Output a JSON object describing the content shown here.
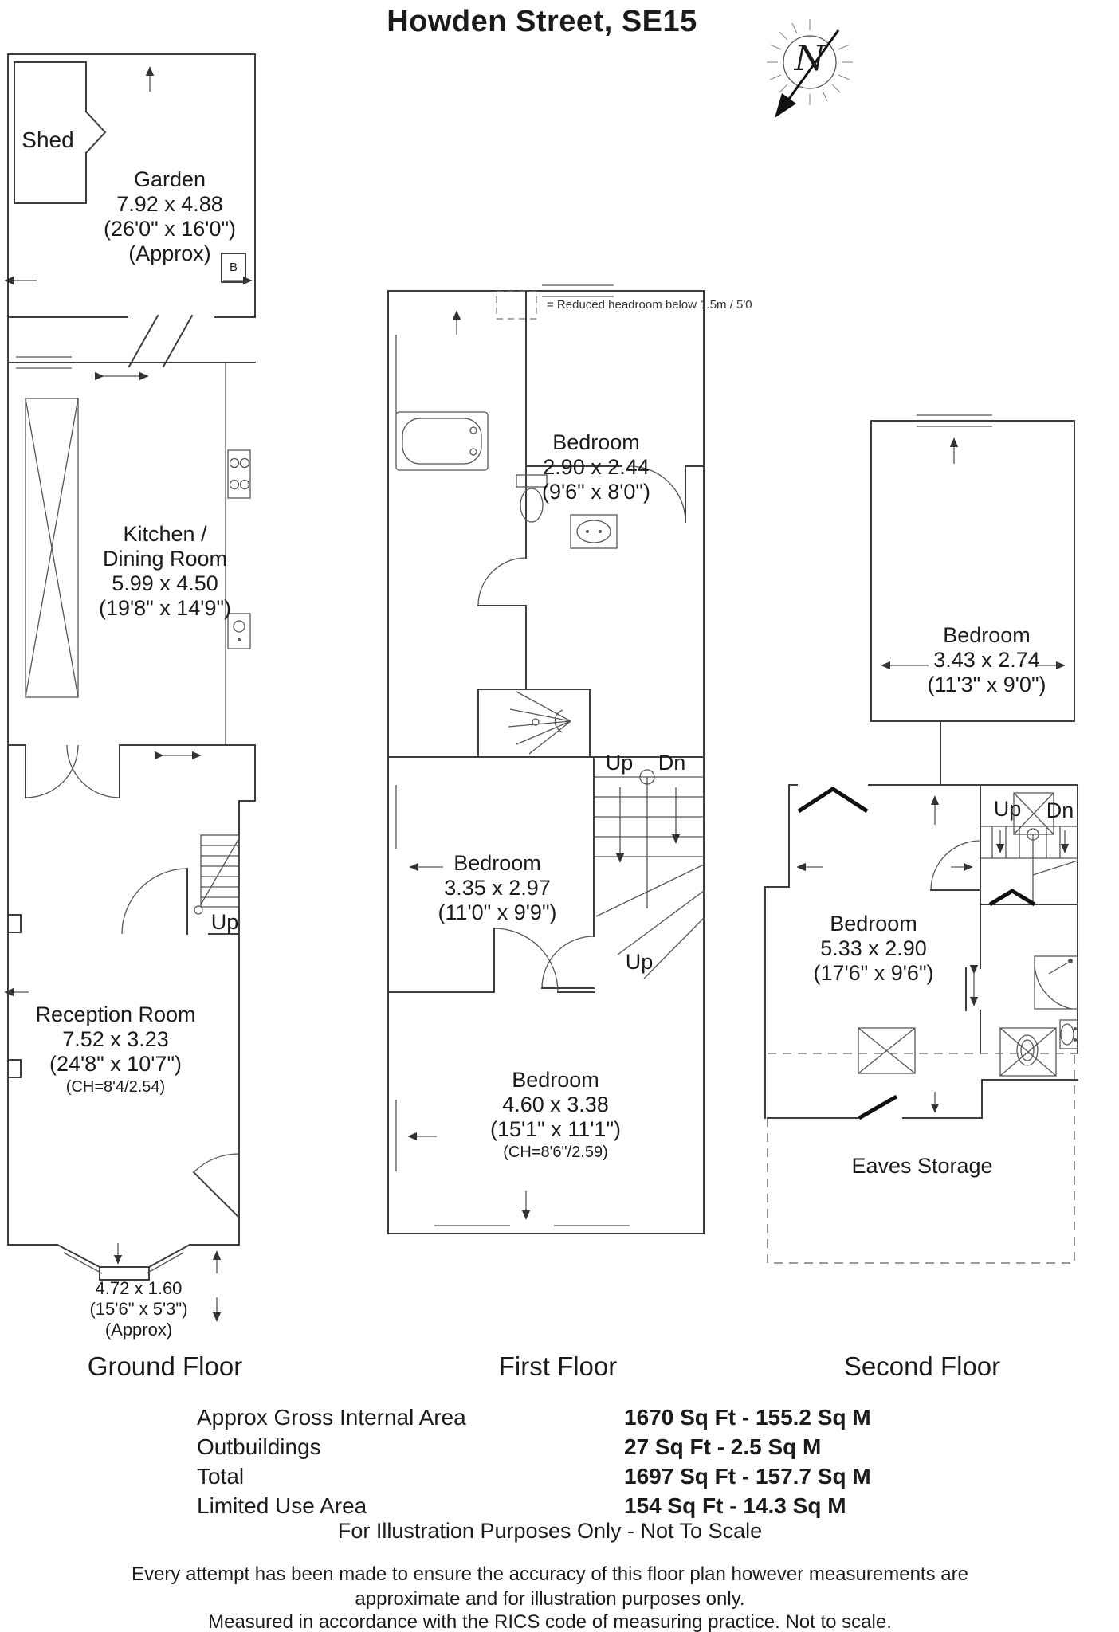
{
  "title": "Howden Street, SE15",
  "compass": {
    "label": "N"
  },
  "legend": {
    "text": "= Reduced headroom below 1.5m / 5'0"
  },
  "ground_floor": {
    "floor_label": "Ground Floor",
    "shed": "Shed",
    "boiler": "B",
    "stairs_up": "Up",
    "garden": {
      "name": "Garden",
      "metric": "7.92 x 4.88",
      "imperial": "(26'0\" x 16'0\")",
      "note": "(Approx)"
    },
    "kitchen": {
      "name_line1": "Kitchen /",
      "name_line2": "Dining Room",
      "metric": "5.99 x 4.50",
      "imperial": "(19'8\" x 14'9\")"
    },
    "reception": {
      "name": "Reception Room",
      "metric": "7.52 x 3.23",
      "imperial": "(24'8\" x 10'7\")",
      "ceiling_height": "(CH=8'4/2.54)"
    },
    "bay": {
      "metric": "4.72 x 1.60",
      "imperial": "(15'6\" x 5'3\")",
      "note": "(Approx)"
    }
  },
  "first_floor": {
    "floor_label": "First Floor",
    "stairs_up": "Up",
    "stairs_dn": "Dn",
    "stairs_up2": "Up",
    "bedroom_rear": {
      "name": "Bedroom",
      "metric": "2.90 x 2.44",
      "imperial": "(9'6\" x 8'0\")"
    },
    "bedroom_middle": {
      "name": "Bedroom",
      "metric": "3.35 x 2.97",
      "imperial": "(11'0\" x 9'9\")"
    },
    "bedroom_front": {
      "name": "Bedroom",
      "metric": "4.60 x 3.38",
      "imperial": "(15'1\" x 11'1\")",
      "ceiling_height": "(CH=8'6\"/2.59)"
    }
  },
  "second_floor": {
    "floor_label": "Second Floor",
    "stairs_up": "Up",
    "stairs_dn": "Dn",
    "eaves": "Eaves Storage",
    "bedroom_rear": {
      "name": "Bedroom",
      "metric": "3.43 x 2.74",
      "imperial": "(11'3\" x 9'0\")"
    },
    "bedroom_front": {
      "name": "Bedroom",
      "metric": "5.33 x 2.90",
      "imperial": "(17'6\" x 9'6\")"
    }
  },
  "summary": {
    "rows": [
      {
        "label": "Approx Gross Internal Area",
        "value": "1670 Sq Ft - 155.2 Sq M"
      },
      {
        "label": "Outbuildings",
        "value": "27 Sq Ft - 2.5 Sq M"
      },
      {
        "label": "Total",
        "value": "1697 Sq Ft - 157.7 Sq M"
      },
      {
        "label": "Limited Use Area",
        "value": "154 Sq Ft - 14.3 Sq M"
      }
    ]
  },
  "footer": {
    "illustration_note": "For Illustration Purposes Only - Not To Scale",
    "disclaimer_line1": "Every attempt has been made to ensure the accuracy of this floor plan however measurements are",
    "disclaimer_line2": "approximate and for illustration purposes only.",
    "rics_note": "Measured in accordance with the RICS code of measuring practice. Not to scale."
  }
}
